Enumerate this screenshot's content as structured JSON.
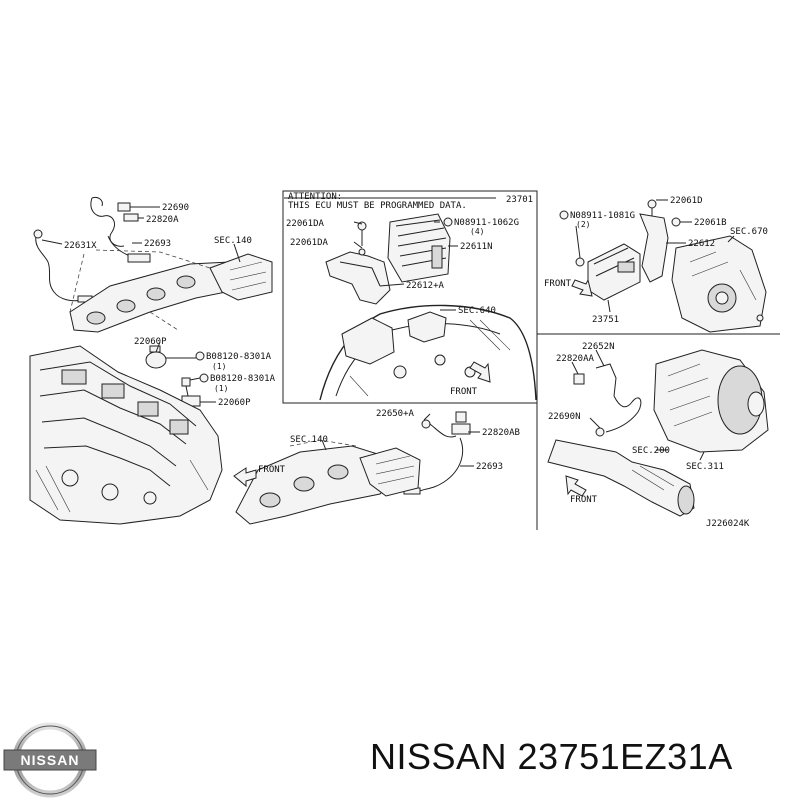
{
  "title": "NISSAN 23751EZ31A",
  "logo": {
    "text": "NISSAN",
    "icon": "nissan-logo-icon"
  },
  "diagram": {
    "code": "J226024K",
    "attention": {
      "line1": "ATTENTION:",
      "line2": "THIS ECU MUST BE PROGRAMMED DATA."
    },
    "front_label": "FRONT",
    "labels": {
      "l22690": "22690",
      "l22820A": "22820A",
      "l22631X": "22631X",
      "l22693a": "22693",
      "sec140a": "SEC.140",
      "l22060P1": "22060P",
      "b08120a": "B08120-8301A",
      "q1a": "(1)",
      "b08120b": "B08120-8301A",
      "q1b": "(1)",
      "l22060P2": "22060P",
      "l23701": "23701",
      "l22061DA1": "22061DA",
      "n08911_1062G": "N08911-1062G",
      "q4": "(4)",
      "l22061DA2": "22061DA",
      "l22611N": "22611N",
      "l22612A": "22612+A",
      "sec640": "SEC.640",
      "l22650A": "22650+A",
      "l22820AB": "22820AB",
      "sec140b": "SEC.140",
      "l22693b": "22693",
      "n08911_1081G": "N08911-1081G",
      "q2": "(2)",
      "l22061D": "22061D",
      "l22061B": "22061B",
      "l22612": "22612",
      "sec670": "SEC.670",
      "l23751": "23751",
      "l22652N": "22652N",
      "l22820AA": "22820AA",
      "l22690N": "22690N",
      "sec200": "SEC.200",
      "sec311": "SEC.311"
    }
  }
}
